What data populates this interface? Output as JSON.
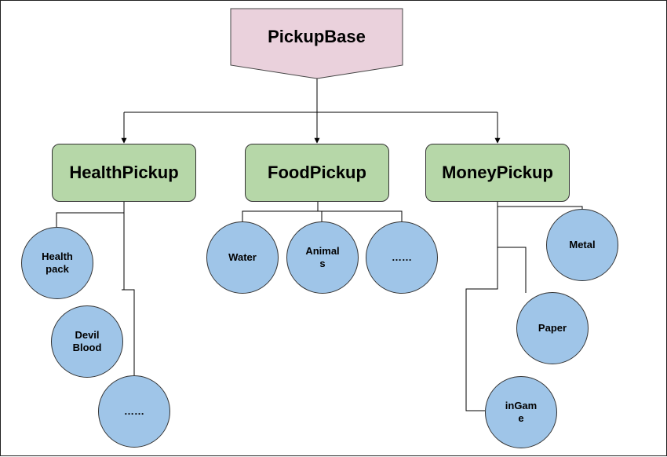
{
  "colors": {
    "root_fill": "#ead1dc",
    "box_fill": "#b6d7a8",
    "circle_fill": "#9fc5e8",
    "line": "#000000"
  },
  "root": {
    "label": "PickupBase"
  },
  "categories": [
    {
      "label": "HealthPickup",
      "items": [
        "Health\npack",
        "Devil\nBlood",
        "……"
      ]
    },
    {
      "label": "FoodPickup",
      "items": [
        "Water",
        "Animal\ns",
        "……"
      ]
    },
    {
      "label": "MoneyPickup",
      "items": [
        "Metal",
        "Paper",
        "inGam\ne"
      ]
    }
  ]
}
